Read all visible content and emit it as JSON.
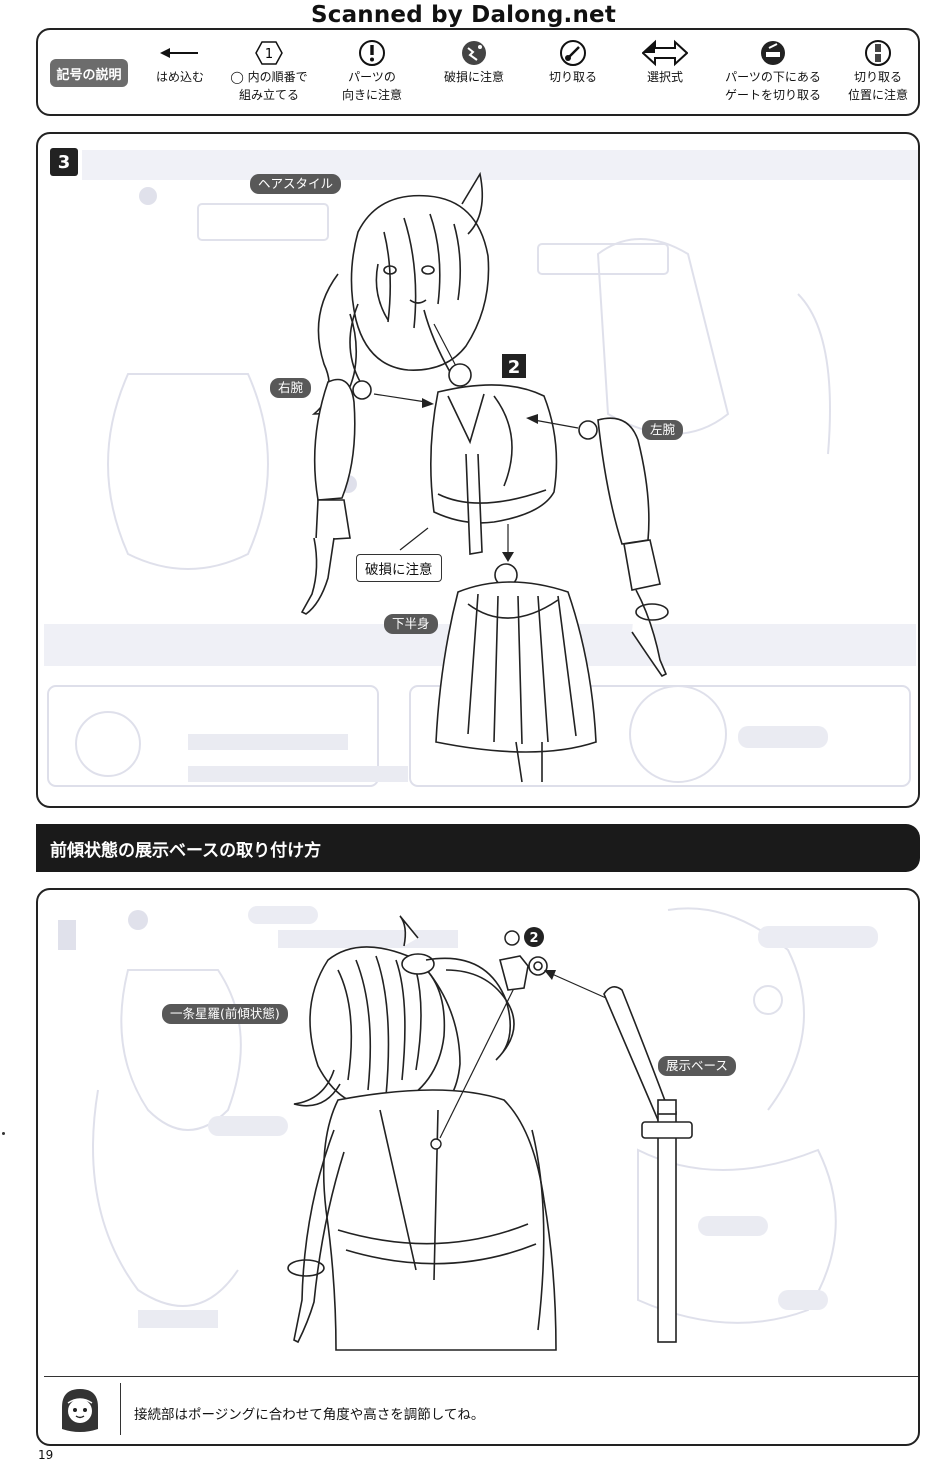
{
  "header": {
    "scan_credit": "Scanned by Dalong.net"
  },
  "legend": {
    "title": "記号の説明",
    "items": [
      {
        "icon": "arrow-left-icon",
        "line1": "はめ込む",
        "line2": ""
      },
      {
        "icon": "hexagon-number-icon",
        "symbol": "1",
        "line1": "◯ 内の順番で",
        "line2": "組み立てる"
      },
      {
        "icon": "exclamation-icon",
        "line1": "パーツの",
        "line2": "向きに注意"
      },
      {
        "icon": "breakage-icon",
        "line1": "破損に注意",
        "line2": ""
      },
      {
        "icon": "cut-icon",
        "line1": "切り取る",
        "line2": ""
      },
      {
        "icon": "double-arrow-icon",
        "line1": "選択式",
        "line2": ""
      },
      {
        "icon": "gate-cut-icon",
        "line1": "パーツの下にある",
        "line2": "ゲートを切り取る"
      },
      {
        "icon": "cut-position-icon",
        "line1": "切り取る",
        "line2": "位置に注意"
      }
    ]
  },
  "step3": {
    "badge": "3",
    "labels": {
      "hair": "ヘアスタイル",
      "right_arm": "右腕",
      "left_arm": "左腕",
      "lower_body": "下半身",
      "caution": "破損に注意",
      "order": "2"
    }
  },
  "section2": {
    "title": "前傾状態の展示ベースの取り付け方",
    "labels": {
      "figure": "一条星羅(前傾状態)",
      "base": "展示ベース",
      "part_prefix": "O",
      "part_number": "2"
    },
    "tip": "接続部はポージングに合わせて角度や高さを調節してね。"
  },
  "footer": {
    "page_number": "19"
  }
}
